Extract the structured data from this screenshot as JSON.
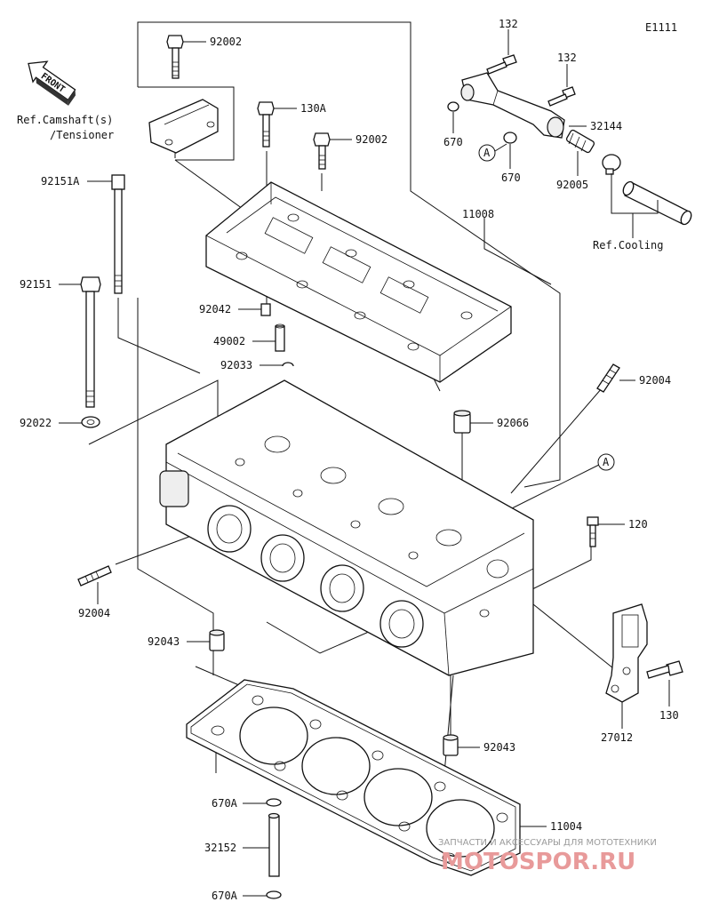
{
  "diagram_code": "E1111",
  "front_label": "FRONT",
  "refs": {
    "camshaft_line1": "Ref.Camshaft(s)",
    "camshaft_line2": "/Tensioner",
    "cooling": "Ref.Cooling"
  },
  "circle_marker": "A",
  "labels": {
    "l92002_top": "92002",
    "l130A": "130A",
    "l92002_mid": "92002",
    "l92151A": "92151A",
    "l11008": "11008",
    "l92151": "92151",
    "l92042": "92042",
    "l49002": "49002",
    "l92033": "92033",
    "l92004_right": "92004",
    "l92022": "92022",
    "l92066": "92066",
    "l120": "120",
    "l92004_left": "92004",
    "l92043_left": "92043",
    "l130": "130",
    "l27012": "27012",
    "l92043_right": "92043",
    "l670A_top": "670A",
    "l11004": "11004",
    "l32152": "32152",
    "l670A_bottom": "670A",
    "l132_a": "132",
    "l132_b": "132",
    "l32144": "32144",
    "l670_left": "670",
    "l670_right": "670",
    "l92005": "92005"
  },
  "watermark": {
    "line1": "ЗАПЧАСТИ И АКСЕССУАРЫ ДЛЯ МОТОТЕХНИКИ",
    "line2": "MOTOSPOR.RU"
  }
}
